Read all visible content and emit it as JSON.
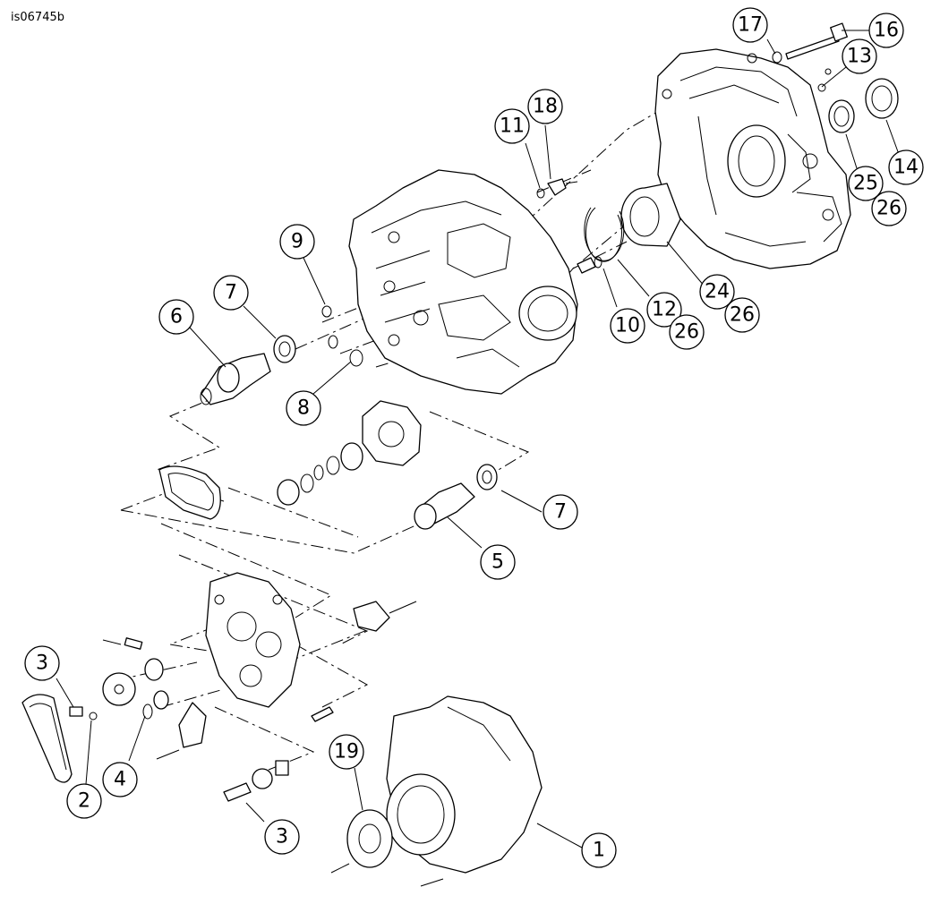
{
  "figure_id": "is06745b",
  "callouts": [
    {
      "label": "17"
    },
    {
      "label": "16"
    },
    {
      "label": "13"
    },
    {
      "label": "14"
    },
    {
      "label": "25"
    },
    {
      "label": "26"
    },
    {
      "label": "11"
    },
    {
      "label": "18"
    },
    {
      "label": "9"
    },
    {
      "label": "7"
    },
    {
      "label": "6"
    },
    {
      "label": "8"
    },
    {
      "label": "24"
    },
    {
      "label": "26"
    },
    {
      "label": "12"
    },
    {
      "label": "26"
    },
    {
      "label": "10"
    },
    {
      "label": "7"
    },
    {
      "label": "5"
    },
    {
      "label": "3"
    },
    {
      "label": "4"
    },
    {
      "label": "2"
    },
    {
      "label": "19"
    },
    {
      "label": "3"
    },
    {
      "label": "1"
    }
  ]
}
